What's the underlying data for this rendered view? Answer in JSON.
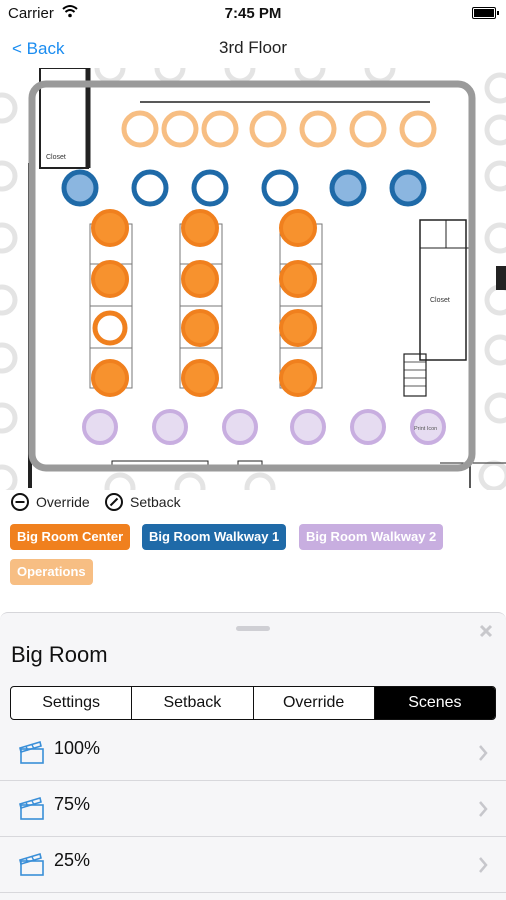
{
  "status_bar": {
    "carrier": "Carrier",
    "time": "7:45 PM"
  },
  "nav": {
    "back_label": "< Back",
    "title": "3rd Floor"
  },
  "floor_plan": {
    "room_labels": {
      "closet_left": "Closet",
      "closet_right": "Closet",
      "print_icon": "Print Icon"
    }
  },
  "legend": {
    "override_label": "Override",
    "setback_label": "Setback"
  },
  "groups": [
    {
      "label": "Big Room Center",
      "color": "#f0801e"
    },
    {
      "label": "Big Room Walkway 1",
      "color": "#1f6aa8"
    },
    {
      "label": "Big Room Walkway 2",
      "color": "#c8aee0"
    },
    {
      "label": "Operations",
      "color": "#f7be83"
    }
  ],
  "sheet": {
    "title": "Big Room",
    "tabs": [
      {
        "label": "Settings",
        "active": false
      },
      {
        "label": "Setback",
        "active": false
      },
      {
        "label": "Override",
        "active": false
      },
      {
        "label": "Scenes",
        "active": true
      }
    ],
    "scenes": [
      {
        "label": "100%"
      },
      {
        "label": "75%"
      },
      {
        "label": "25%"
      }
    ]
  },
  "colors": {
    "accent": "#1a8cf0",
    "center_orange": "#f7922e",
    "operations_ring": "#f7be83",
    "walkway1_blue": "#1f6aa8",
    "walkway1_fill": "#8bb6e0",
    "walkway2_purple": "#c8aee0",
    "walkway2_fill": "#e6dcf1"
  }
}
